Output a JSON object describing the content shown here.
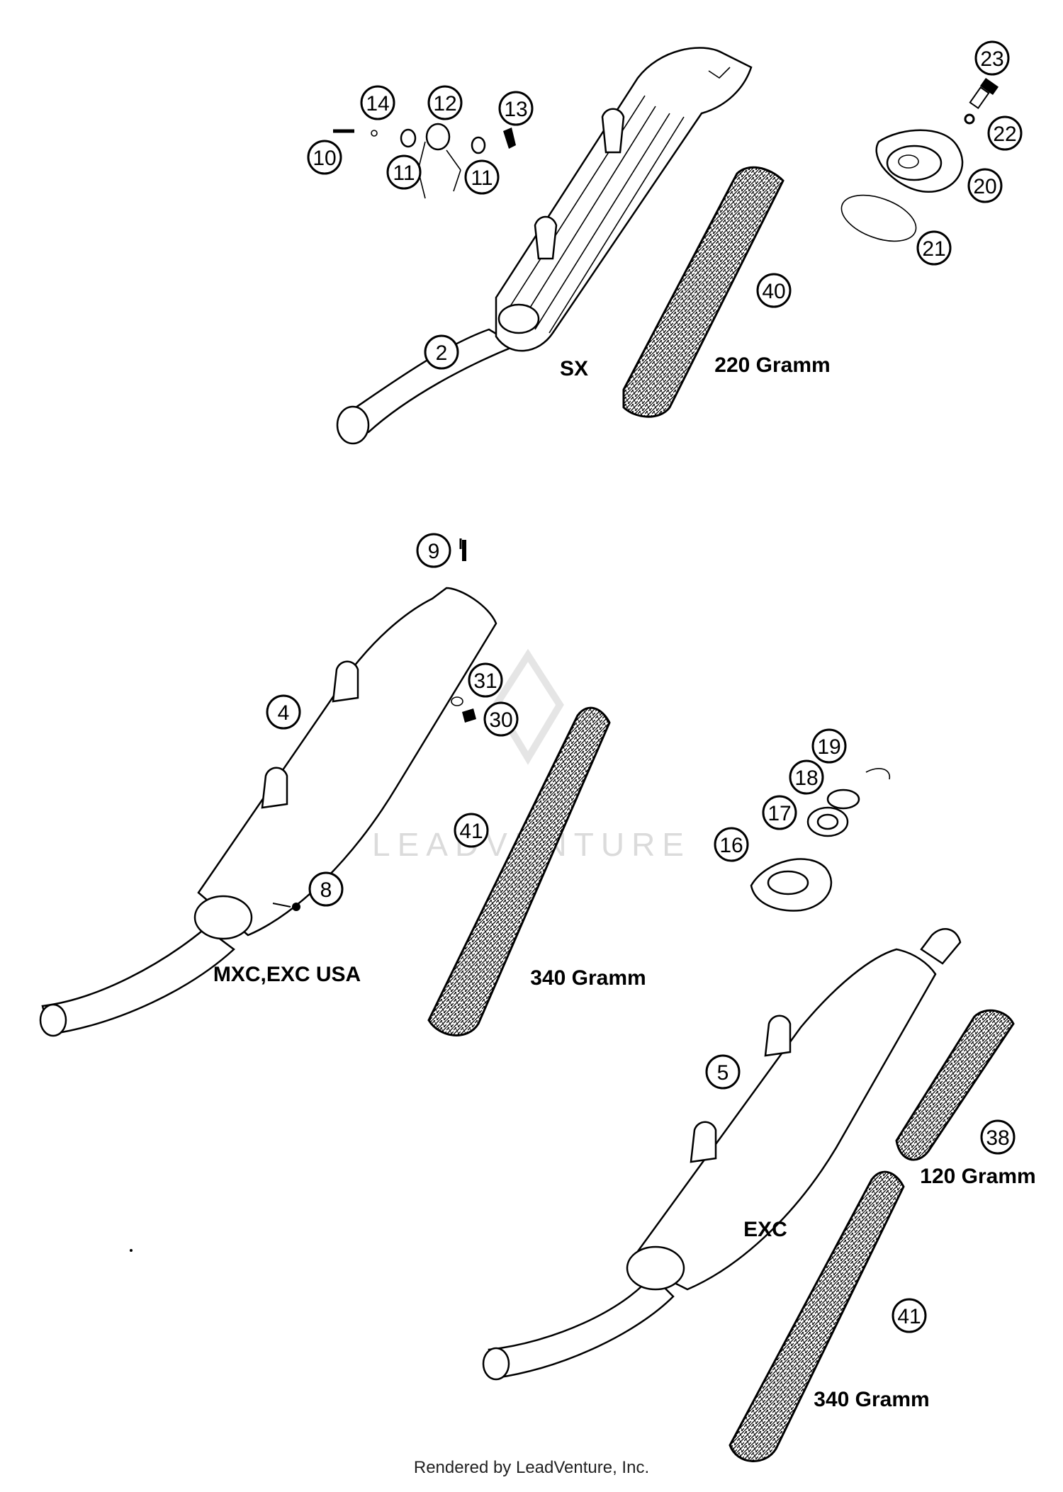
{
  "watermark": "LEADVENTURE",
  "footer": "Rendered by LeadVenture, Inc.",
  "callouts": [
    {
      "id": "c23",
      "label": "23"
    },
    {
      "id": "c14",
      "label": "14"
    },
    {
      "id": "c12",
      "label": "12"
    },
    {
      "id": "c13",
      "label": "13"
    },
    {
      "id": "c22",
      "label": "22"
    },
    {
      "id": "c10",
      "label": "10"
    },
    {
      "id": "c11a",
      "label": "11"
    },
    {
      "id": "c11b",
      "label": "11"
    },
    {
      "id": "c20",
      "label": "20"
    },
    {
      "id": "c21",
      "label": "21"
    },
    {
      "id": "c40",
      "label": "40"
    },
    {
      "id": "c2",
      "label": "2"
    },
    {
      "id": "c9",
      "label": "9"
    },
    {
      "id": "c31",
      "label": "31"
    },
    {
      "id": "c4",
      "label": "4"
    },
    {
      "id": "c30",
      "label": "30"
    },
    {
      "id": "c19",
      "label": "19"
    },
    {
      "id": "c18",
      "label": "18"
    },
    {
      "id": "c17",
      "label": "17"
    },
    {
      "id": "c41a",
      "label": "41"
    },
    {
      "id": "c16",
      "label": "16"
    },
    {
      "id": "c8",
      "label": "8"
    },
    {
      "id": "c5",
      "label": "5"
    },
    {
      "id": "c38",
      "label": "38"
    },
    {
      "id": "c41b",
      "label": "41"
    }
  ],
  "labels": {
    "sx": "SX",
    "w220": "220 Gramm",
    "mxc": "MXC,EXC USA",
    "w340a": "340 Gramm",
    "w120": "120 Gramm",
    "exc": "EXC",
    "w340b": "340 Gramm"
  }
}
